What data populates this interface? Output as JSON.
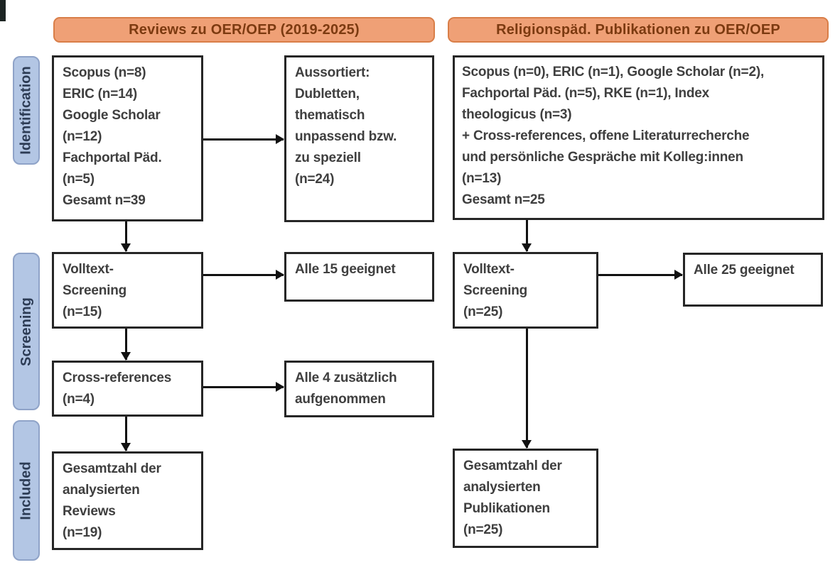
{
  "colors": {
    "header_fill": "#EFA076",
    "header_border": "#D97E48",
    "header_text": "#7C3A10",
    "stage_fill": "#B3C6E4",
    "stage_border": "#8FA3C8",
    "stage_text": "#2D3C55",
    "box_border": "#262626",
    "box_text": "#3F3F3F",
    "arrow": "#111111"
  },
  "headers": {
    "left": "Reviews zu OER/OEP (2019-2025)",
    "right": "Religionspäd. Publikationen zu OER/OEP"
  },
  "stages": {
    "identification": "Identification",
    "screening": "Screening",
    "included": "Included"
  },
  "left_flow": {
    "sources": "Scopus (n=8)\nERIC (n=14)\nGoogle Scholar\n(n=12)\nFachportal Päd.\n(n=5)\nGesamt n=39",
    "excluded": "Aussortiert:\nDubletten,\nthematisch\nunpassend bzw.\nzu speziell\n(n=24)",
    "fulltext_screening": "Volltext-\nScreening\n(n=15)",
    "fulltext_result": "Alle 15 geeignet",
    "cross_references": "Cross-references\n(n=4)",
    "cross_references_result": "Alle 4 zusätzlich\naufgenommen",
    "included_total": "Gesamtzahl der\nanalysierten\nReviews\n(n=19)"
  },
  "right_flow": {
    "sources": "Scopus (n=0), ERIC (n=1), Google Scholar (n=2),\nFachportal Päd. (n=5), RKE (n=1), Index\ntheologicus (n=3)\n+ Cross-references, offene Literaturrecherche\nund persönliche Gespräche mit Kolleg:innen\n(n=13)\nGesamt n=25",
    "fulltext_screening": "Volltext-\nScreening\n(n=25)",
    "fulltext_result": "Alle 25 geeignet",
    "included_total": "Gesamtzahl der\nanalysierten\nPublikationen\n(n=25)"
  }
}
